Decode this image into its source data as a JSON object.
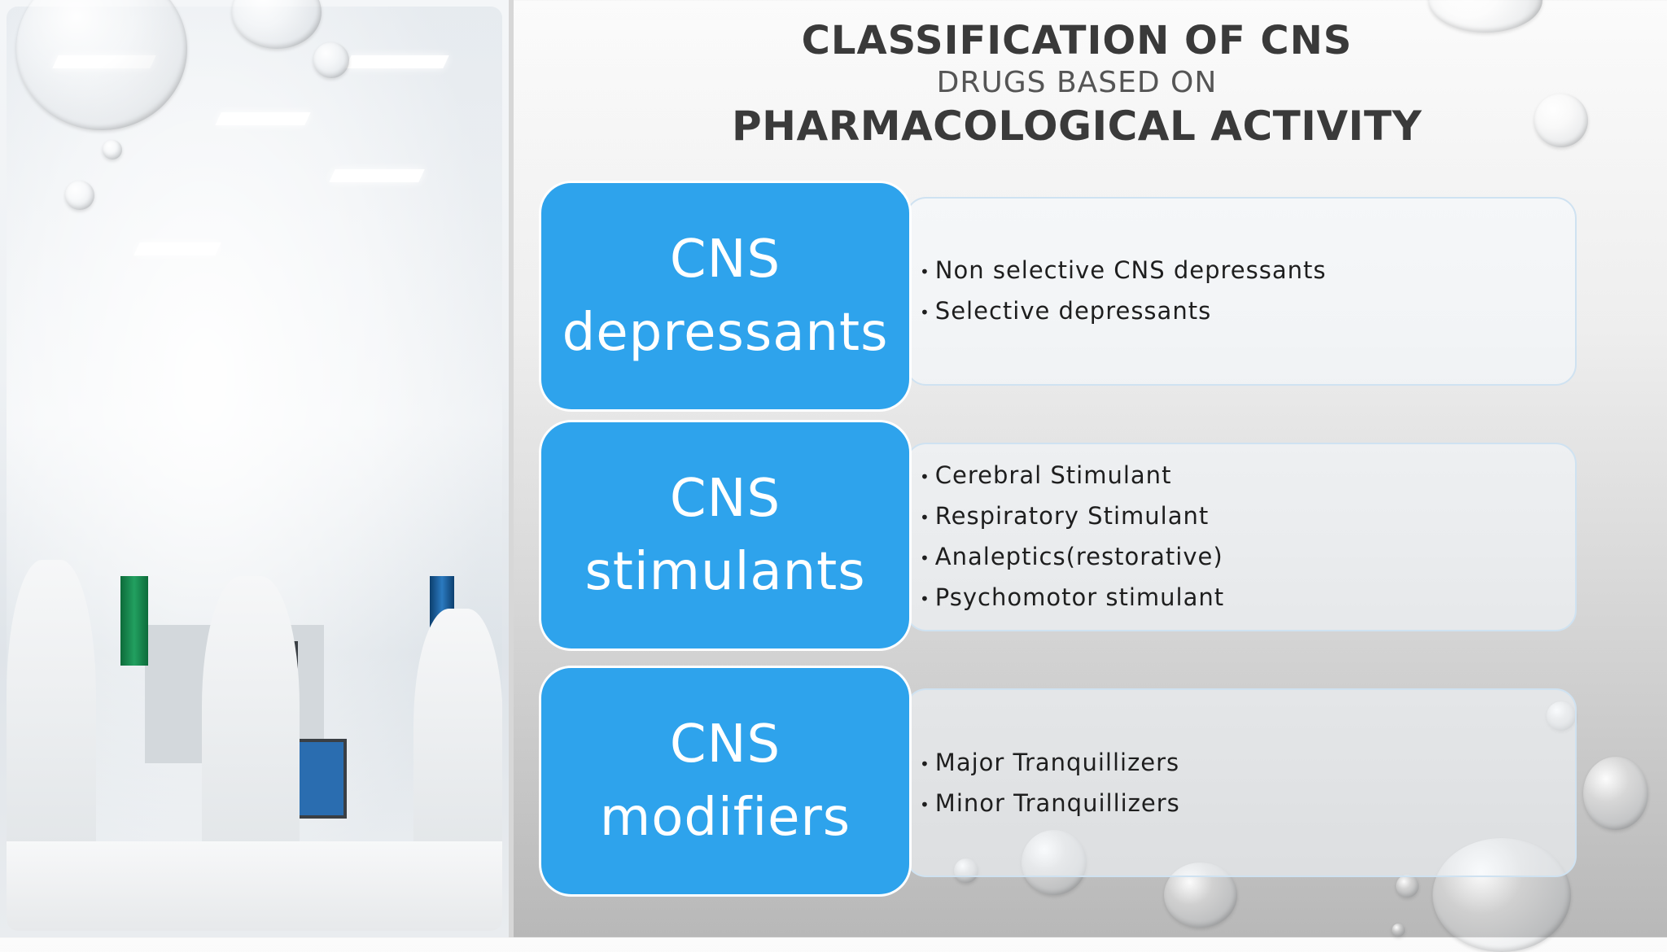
{
  "title": {
    "line1": "CLASSIFICATION OF CNS",
    "line2": "DRUGS BASED ON",
    "line3": "PHARMACOLOGICAL ACTIVITY"
  },
  "categories": [
    {
      "line1": "CNS",
      "line2": "depressants",
      "items": [
        "Non selective CNS depressants",
        "Selective depressants"
      ]
    },
    {
      "line1": "CNS",
      "line2": "stimulants",
      "items": [
        "Cerebral Stimulant",
        "Respiratory Stimulant",
        "Analeptics(restorative)",
        "Psychomotor stimulant"
      ]
    },
    {
      "line1": "CNS",
      "line2": "modifiers",
      "items": [
        "Major Tranquillizers",
        "Minor Tranquillizers"
      ]
    }
  ],
  "colors": {
    "category_fill": "#2ea3ec",
    "title_text": "#3a3a3a",
    "detail_border": "#cfe2f1"
  },
  "icons": {
    "bullet": "•"
  }
}
